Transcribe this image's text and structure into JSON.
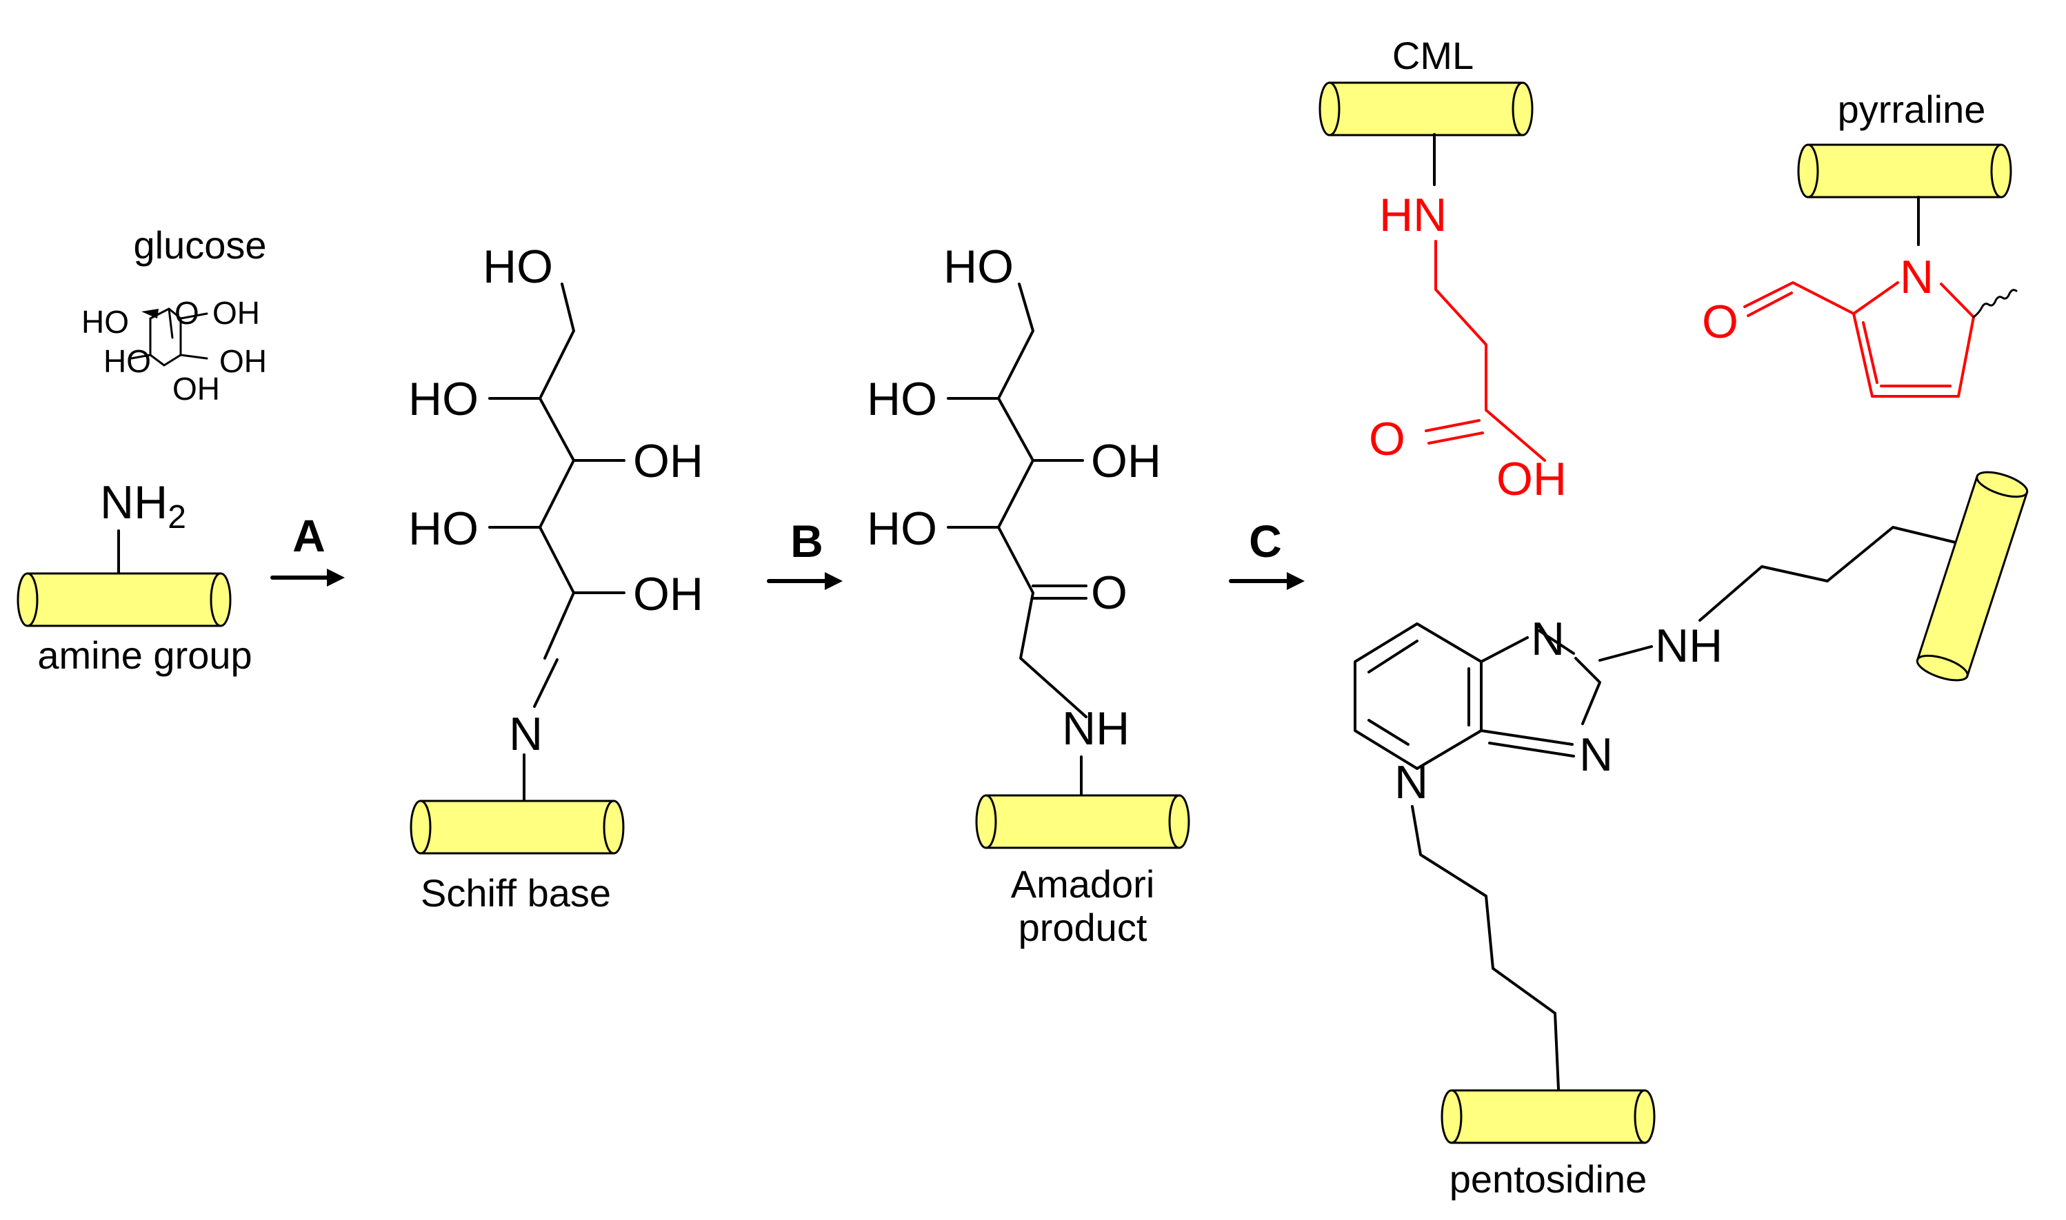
{
  "labels": {
    "glucose": "glucose",
    "amine_group": "amine group",
    "schiff_base": "Schiff base",
    "amadori_line1": "Amadori",
    "amadori_line2": "product",
    "cml": "CML",
    "pyrraline": "pyrraline",
    "pentosidine": "pentosidine"
  },
  "steps": {
    "a": "A",
    "b": "B",
    "c": "C"
  },
  "atoms": {
    "nh2": "NH",
    "nh2_sub": "2",
    "ho": "HO",
    "oh": "OH",
    "n": "N",
    "o": "O",
    "nh": "NH",
    "hn": "HN"
  },
  "colors": {
    "cylinder": "#ffff80",
    "red_structures": "#ff0000",
    "bonds": "#000000"
  }
}
